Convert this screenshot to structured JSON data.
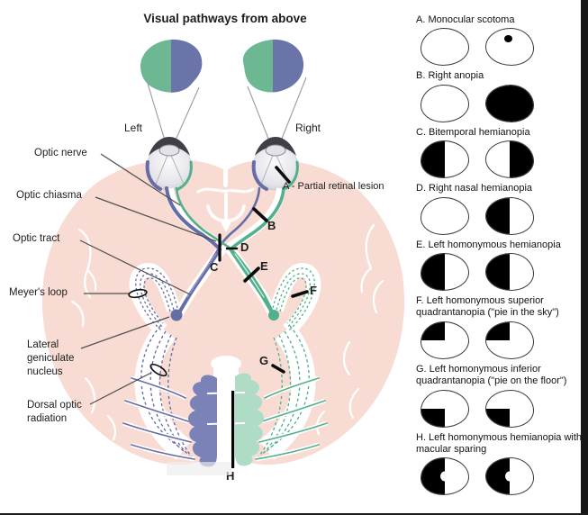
{
  "title": "Visual pathways from above",
  "eyes": {
    "left": "Left",
    "right": "Right"
  },
  "anatomy": {
    "optic_nerve": "Optic nerve",
    "optic_chiasma": "Optic chiasma",
    "optic_tract": "Optic tract",
    "meyers_loop": "Meyer's loop",
    "lateral_geniculate_nucleus": "Lateral\ngeniculate\nnucleus",
    "dorsal_optic_radiation": "Dorsal optic\nradiation"
  },
  "lesions": {
    "a_label": "A - Partial retinal lesion",
    "b": "B",
    "c": "C",
    "d": "D",
    "e": "E",
    "f": "F",
    "g": "G",
    "h": "H"
  },
  "legend": {
    "items": [
      {
        "id": "A",
        "label": "A. Monocular scotoma",
        "left_defect": "none",
        "right_defect": "dot"
      },
      {
        "id": "B",
        "label": "B. Right anopia",
        "left_defect": "none",
        "right_defect": "full"
      },
      {
        "id": "C",
        "label": "C. Bitemporal hemianopia",
        "left_defect": "left-half",
        "right_defect": "right-half"
      },
      {
        "id": "D",
        "label": "D. Right nasal hemianopia",
        "left_defect": "none",
        "right_defect": "left-half"
      },
      {
        "id": "E",
        "label": "E. Left homonymous hemianopia",
        "left_defect": "left-half",
        "right_defect": "left-half"
      },
      {
        "id": "F",
        "label": "F. Left homonymous superior quadrantanopia (\"pie in the sky\")",
        "left_defect": "upper-left",
        "right_defect": "upper-left"
      },
      {
        "id": "G",
        "label": "G. Left homonymous inferior quadrantanopia (\"pie on the floor\")",
        "left_defect": "lower-left",
        "right_defect": "lower-left"
      },
      {
        "id": "H",
        "label": "H. Left homonymous hemianopia with macular sparing",
        "left_defect": "left-half-sparing",
        "right_defect": "left-half-sparing"
      }
    ]
  },
  "colors": {
    "field_green": "#6db893",
    "field_blue": "#6b74a8",
    "pathway_purple": "#666da6",
    "pathway_green": "#52b08c",
    "cortex_purple": "#7b82b8",
    "cortex_green": "#aedcc6",
    "brain_pink": "#f8dcd3",
    "defect_black": "#000000"
  }
}
